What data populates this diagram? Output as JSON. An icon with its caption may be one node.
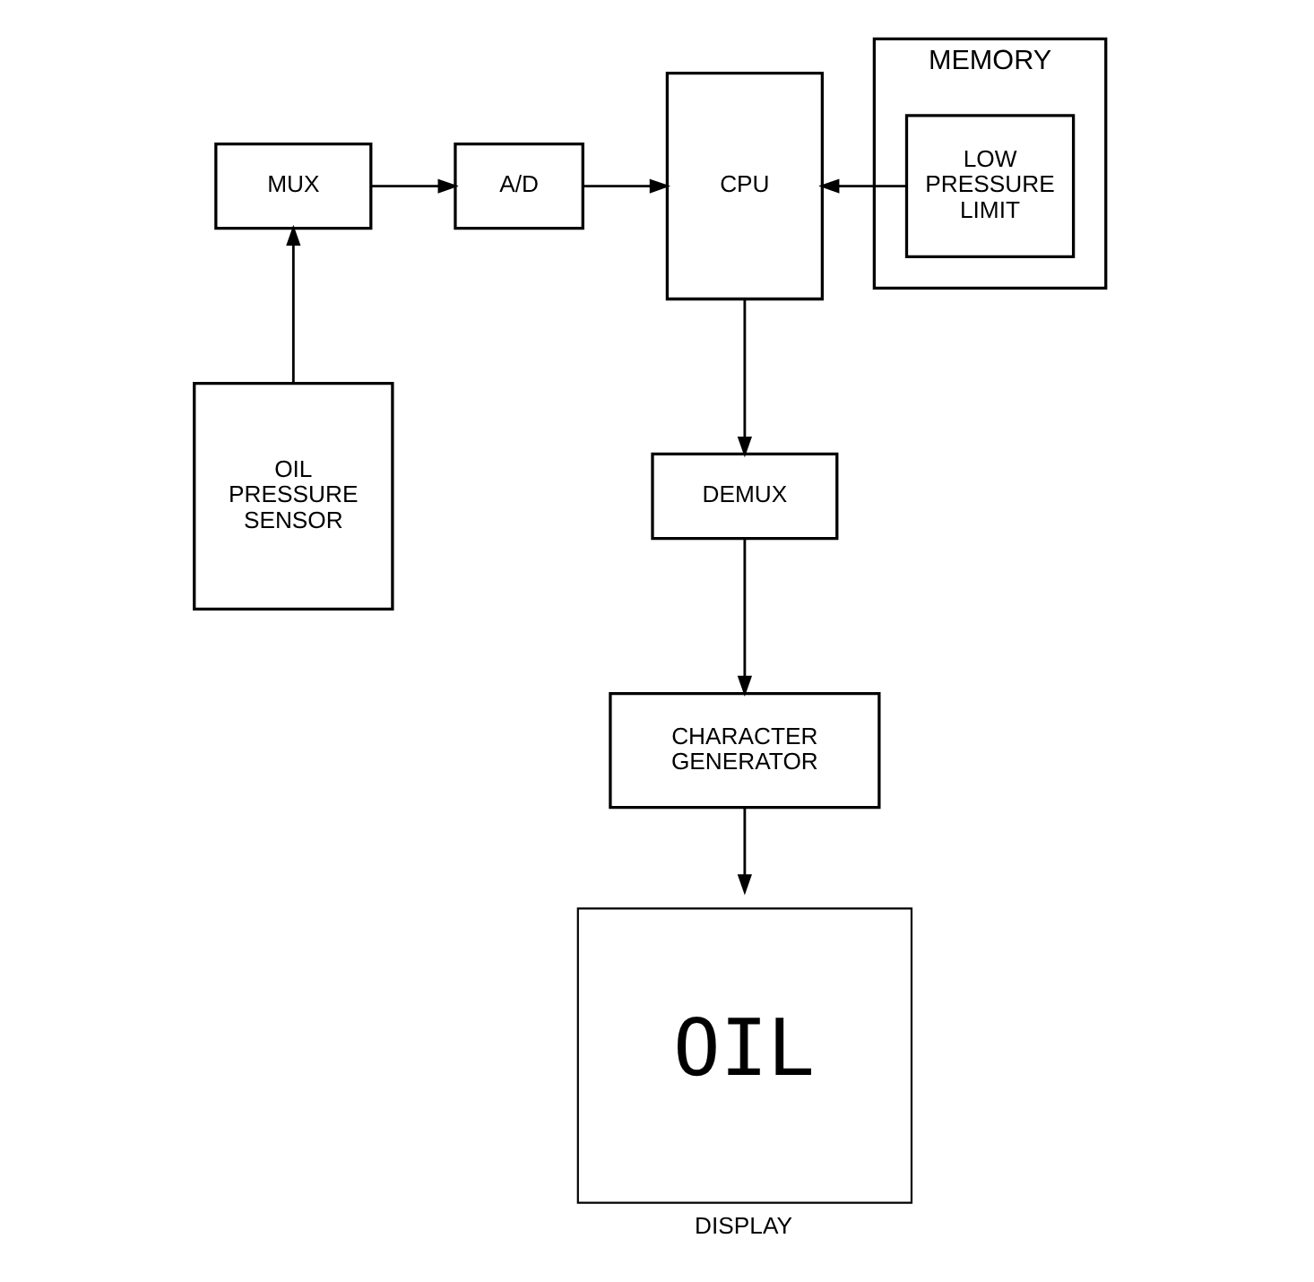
{
  "diagram": {
    "nodes": [
      {
        "text": [
          "MUX"
        ]
      },
      {
        "text": [
          "A/D"
        ]
      },
      {
        "text": [
          "CPU"
        ]
      },
      {
        "text": [
          "MEMORY"
        ]
      },
      {
        "text": [
          "LOW PRESSURE LIMIT"
        ],
        "in": 3
      },
      {
        "text": [
          "OIL PRESSURE SENSOR"
        ]
      },
      {
        "text": [
          "DEMUX"
        ]
      },
      {
        "text": [
          "CHARACTER GENERATOR"
        ]
      },
      {
        "text": [
          "OIL"
        ],
        "beside": [
          "DISPLAY"
        ]
      }
    ],
    "edges": [
      {
        "from": 0,
        "to": 1,
        "arrow": "to"
      },
      {
        "from": 1,
        "to": 2,
        "arrow": "to"
      },
      {
        "from": 4,
        "to": 2,
        "arrow": "to"
      },
      {
        "from": 5,
        "to": 0,
        "arrow": "to"
      },
      {
        "from": 2,
        "to": 6,
        "arrow": "to"
      },
      {
        "from": 6,
        "to": 7,
        "arrow": "to"
      },
      {
        "from": 7,
        "to": 8,
        "arrow": "to"
      }
    ]
  }
}
